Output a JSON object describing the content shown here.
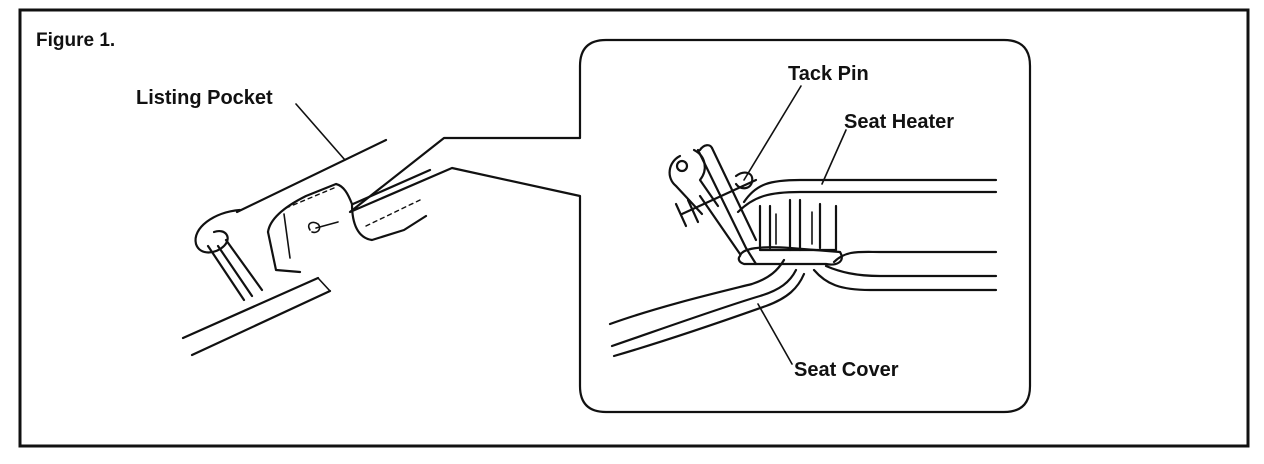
{
  "figure": {
    "title": "Figure 1.",
    "labels": {
      "listing_pocket": "Listing Pocket",
      "tack_pin": "Tack Pin",
      "seat_heater": "Seat Heater",
      "seat_cover": "Seat Cover"
    }
  }
}
